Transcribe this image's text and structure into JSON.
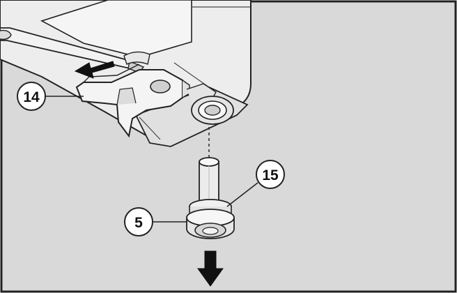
{
  "figure": {
    "callouts": {
      "a": "14",
      "b": "15",
      "c": "5"
    }
  },
  "colors": {
    "background": "#d9d9d9",
    "line": "#222222",
    "part_light": "#f2f2f2",
    "part_mid": "#e6e6e6",
    "part_dark": "#bfbfbf"
  }
}
